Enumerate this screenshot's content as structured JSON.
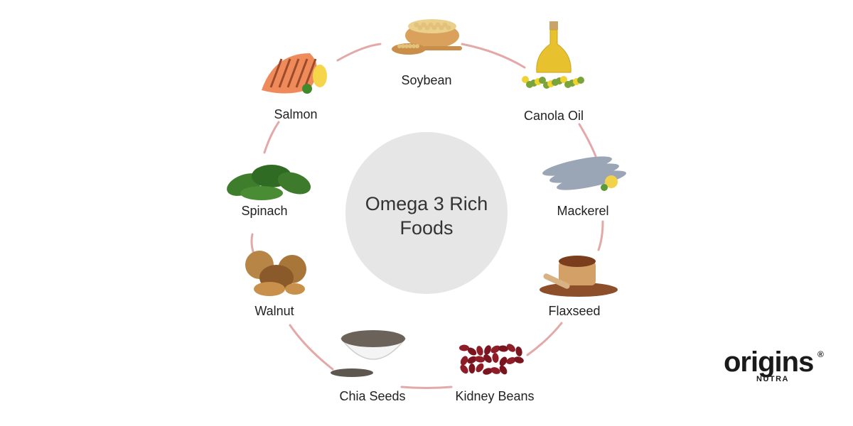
{
  "center": {
    "title_line1": "Omega 3 Rich",
    "title_line2": "Foods"
  },
  "foods": [
    {
      "label": "Soybean",
      "icon": "soybean-bowl-icon"
    },
    {
      "label": "Canola Oil",
      "icon": "canola-oil-bottle-icon"
    },
    {
      "label": "Mackerel",
      "icon": "mackerel-fish-icon"
    },
    {
      "label": "Flaxseed",
      "icon": "flaxseed-bowl-icon"
    },
    {
      "label": "Kidney Beans",
      "icon": "kidney-beans-icon"
    },
    {
      "label": "Chia Seeds",
      "icon": "chia-seeds-bowl-icon"
    },
    {
      "label": "Walnut",
      "icon": "walnut-icon"
    },
    {
      "label": "Spinach",
      "icon": "spinach-leaves-icon"
    },
    {
      "label": "Salmon",
      "icon": "salmon-fillet-icon"
    }
  ],
  "logo": {
    "word": "origins",
    "registered": "®",
    "sub": "NUTRA"
  },
  "colors": {
    "ring": "#e3a8a8",
    "center_circle": "#e6e6e6",
    "text": "#222222"
  }
}
